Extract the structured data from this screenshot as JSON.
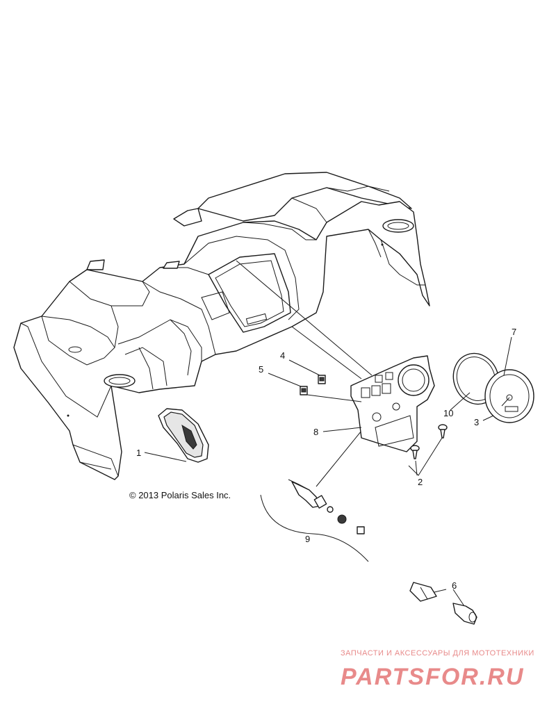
{
  "copyright": "© 2013 Polaris Sales Inc.",
  "callouts": [
    "1",
    "2",
    "3",
    "4",
    "5",
    "6",
    "7",
    "8",
    "9",
    "10"
  ],
  "watermark": {
    "tagline": "ЗАПЧАСТИ И АКСЕССУАРЫ ДЛЯ МОТОТЕХНИКИ",
    "brand": "PARTSFOR.RU",
    "color": "#e88a8a"
  }
}
